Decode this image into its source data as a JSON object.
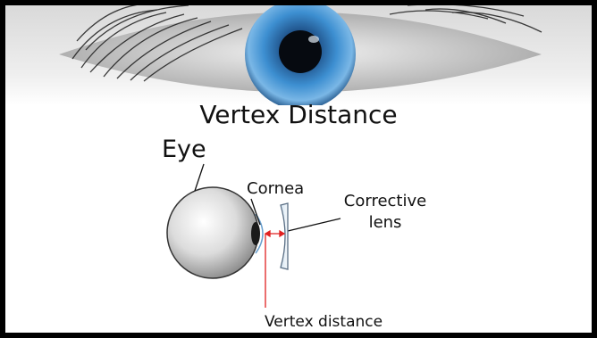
{
  "title": "Vertex Distance",
  "labels": {
    "eye": "Eye",
    "cornea": "Cornea",
    "corrective_lens_line1": "Corrective",
    "corrective_lens_line2": "lens",
    "vertex_distance": "Vertex distance"
  },
  "colors": {
    "frame": "#000000",
    "iris": "#2f7fc4",
    "measure_line": "#e02020"
  }
}
